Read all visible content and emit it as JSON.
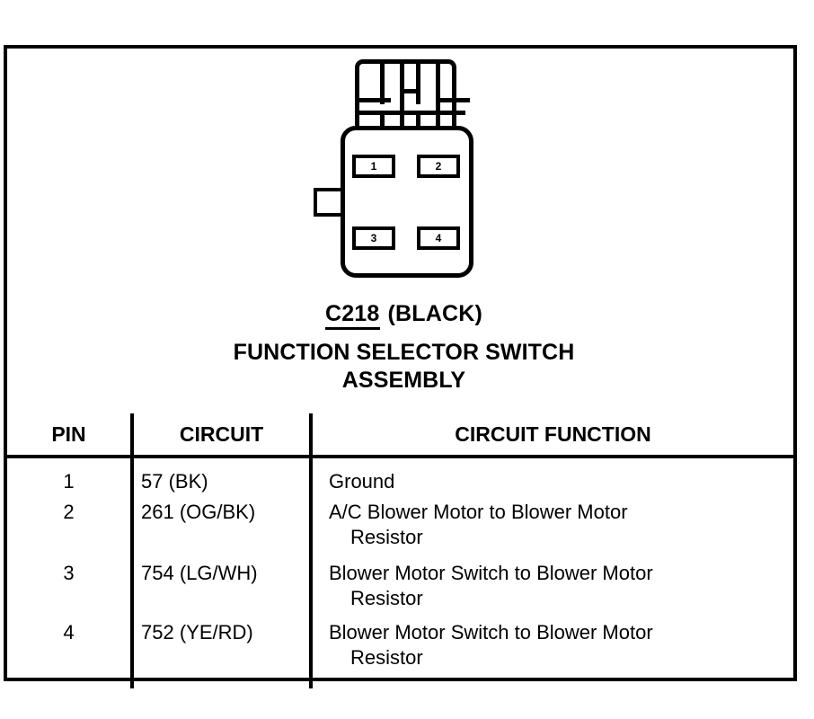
{
  "figure": {
    "connector_id": "C218",
    "connector_color": "(BLACK)",
    "assembly_line_1": "FUNCTION SELECTOR SWITCH",
    "assembly_line_2": "ASSEMBLY",
    "pin_boxes": [
      {
        "label": "1"
      },
      {
        "label": "2"
      },
      {
        "label": "3"
      },
      {
        "label": "4"
      }
    ]
  },
  "table": {
    "headers": {
      "pin": "PIN",
      "circuit": "CIRCUIT",
      "function": "CIRCUIT FUNCTION"
    },
    "rows": [
      {
        "pin": "1",
        "circuit": "57 (BK)",
        "function_line_1": "Ground",
        "function_line_2": ""
      },
      {
        "pin": "2",
        "circuit": "261 (OG/BK)",
        "function_line_1": "A/C Blower Motor to Blower Motor",
        "function_line_2": "Resistor"
      },
      {
        "pin": "3",
        "circuit": "754 (LG/WH)",
        "function_line_1": "Blower Motor Switch to Blower Motor",
        "function_line_2": "Resistor"
      },
      {
        "pin": "4",
        "circuit": "752 (YE/RD)",
        "function_line_1": "Blower Motor Switch to Blower Motor",
        "function_line_2": "Resistor"
      }
    ]
  },
  "colors": {
    "ink": "#000000",
    "paper": "#ffffff"
  }
}
